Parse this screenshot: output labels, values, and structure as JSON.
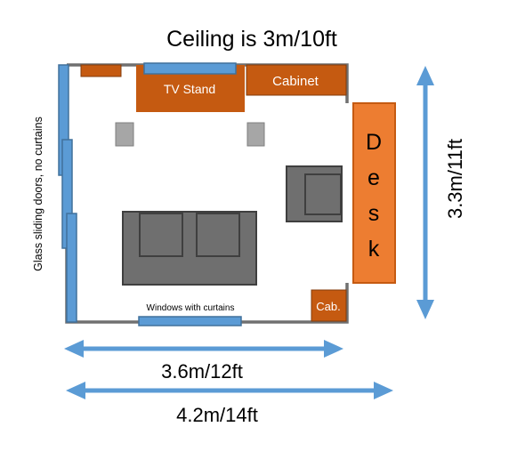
{
  "title": "Ceiling is 3m/10ft",
  "labels": {
    "tv_stand": "TV Stand",
    "cabinet": "Cabinet",
    "desk": "Desk",
    "small_cabinet": "Cab.",
    "windows": "Windows with curtains",
    "glass_doors": "Glass sliding doors, no curtains"
  },
  "dimensions": {
    "height": "3.3m/11ft",
    "room_width": "3.6m/12ft",
    "total_width": "4.2m/14ft"
  },
  "colors": {
    "wall": "#707070",
    "window": "#5b9bd5",
    "window_border": "#41719c",
    "wood": "#c55a11",
    "desk": "#ed7d31",
    "sofa": "#6f6f6f",
    "speaker": "#a6a6a6",
    "arrow": "#5b9bd5"
  }
}
